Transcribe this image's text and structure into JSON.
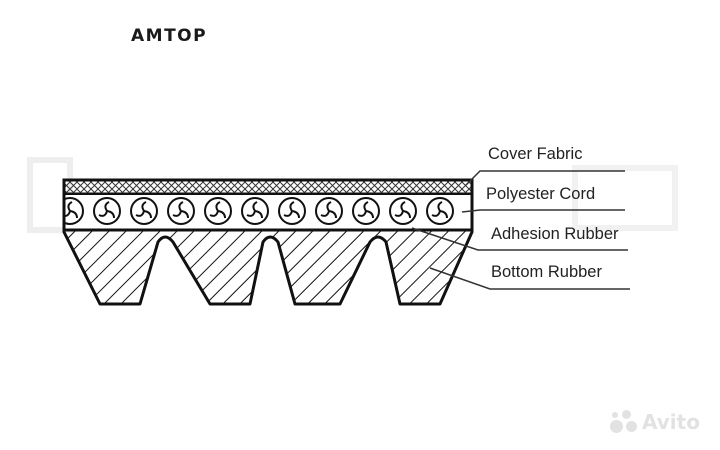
{
  "brand": {
    "text": "AMTOP"
  },
  "diagram": {
    "layers": [
      {
        "id": "cover-fabric",
        "label": "Cover Fabric"
      },
      {
        "id": "polyester-cord",
        "label": "Polyester Cord"
      },
      {
        "id": "adhesion-rubber",
        "label": "Adhesion Rubber"
      },
      {
        "id": "bottom-rubber",
        "label": "Bottom Rubber"
      }
    ]
  },
  "watermark": {
    "text": "Avito"
  },
  "colors": {
    "line": "#111111",
    "text": "#222222",
    "watermark": "#e2e2e2",
    "faint_logo": "#eeeeee"
  }
}
